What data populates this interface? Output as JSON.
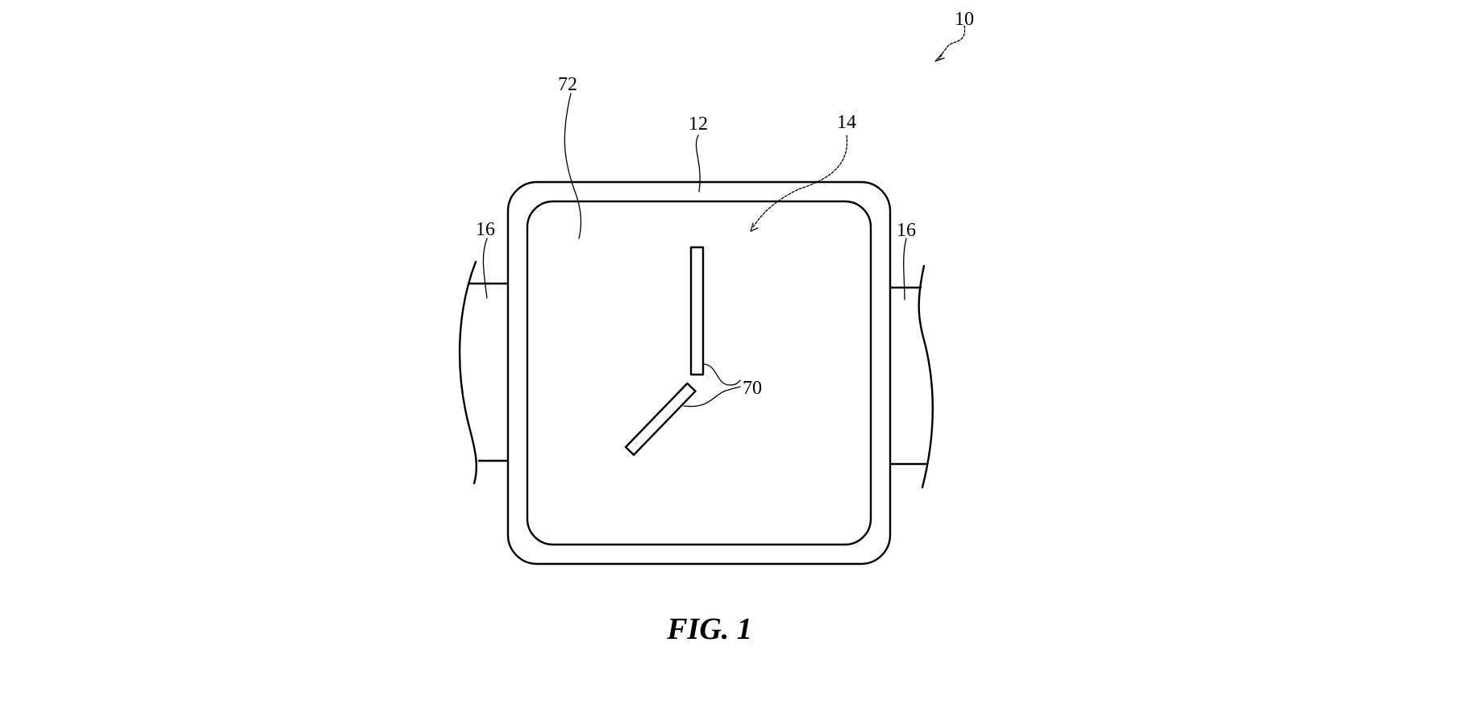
{
  "figure": {
    "caption": "FIG. 1"
  },
  "reference_numerals": {
    "device": "10",
    "housing": "12",
    "display": "14",
    "band_left": "16",
    "band_right": "16",
    "display_surface": "72",
    "clock_hands": "70"
  }
}
